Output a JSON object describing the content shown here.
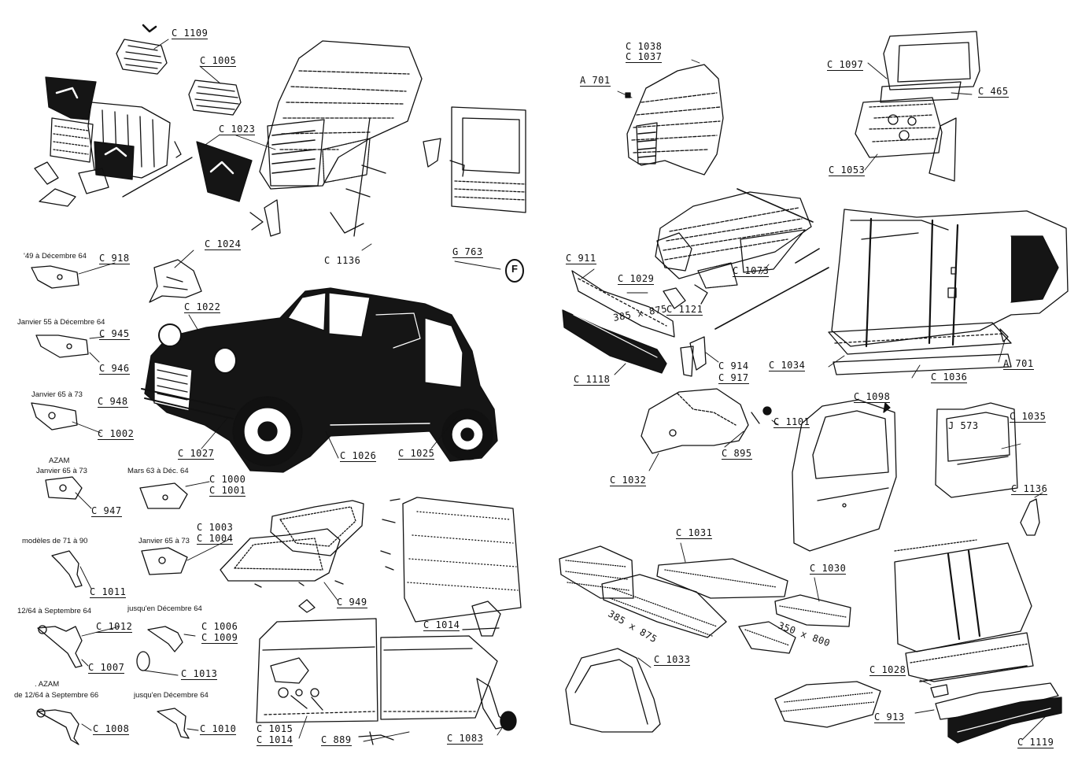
{
  "colors": {
    "ink": "#111111",
    "paper": "#ffffff",
    "car_body": "#151515"
  },
  "left_page": {
    "refs": [
      "C 1109",
      "C 1005",
      "C 1023",
      "C 1024",
      "C 1136",
      "G 763",
      "C 918",
      "C 945",
      "C 946",
      "C 948",
      "C 1002",
      "C 947",
      "C 1000",
      "C 1001",
      "C 1003",
      "C 1004",
      "C 1011",
      "C 1012",
      "C 1007",
      "C 1006",
      "C 1009",
      "C 1013",
      "C 1008",
      "C 1010",
      "C 1022",
      "C 1027",
      "C 1026",
      "C 1025",
      "C 949",
      "C 1014",
      "C 1015",
      "C 1014",
      "C 889",
      "C 1083"
    ],
    "notes": [
      "'49 à Décembre 64",
      "Janvier 55 à Décembre 64",
      "Janvier 65 à 73",
      "AZAM",
      "Janvier 65 à 73",
      "Mars 63 à Déc. 64",
      "modèles de 71 à 90",
      "Janvier 65 à 73",
      "12/64 à Septembre 64",
      "jusqu'en Décembre 64",
      ". AZAM",
      "de 12/64 à Septembre 66",
      "jusqu'en Décembre 64"
    ],
    "badge": "F"
  },
  "right_page": {
    "refs": [
      "C 1038",
      "C 1037",
      "A 701",
      "C 1097",
      "C 465",
      "C 1053",
      "C 911",
      "C 1029",
      "C 1121",
      "C 1073",
      "C 1118",
      "C 914",
      "C 917",
      "C 1034",
      "C 1036",
      "A 701",
      "C 1098",
      "C 1101",
      "C 895",
      "C 1032",
      "J 573",
      "C 1035",
      "C 1136",
      "C 1031",
      "C 1030",
      "C 1033",
      "C 1028",
      "C 913",
      "C 1119"
    ],
    "dims": [
      "385 x 875",
      "385 x 875",
      "350 x 800"
    ]
  }
}
